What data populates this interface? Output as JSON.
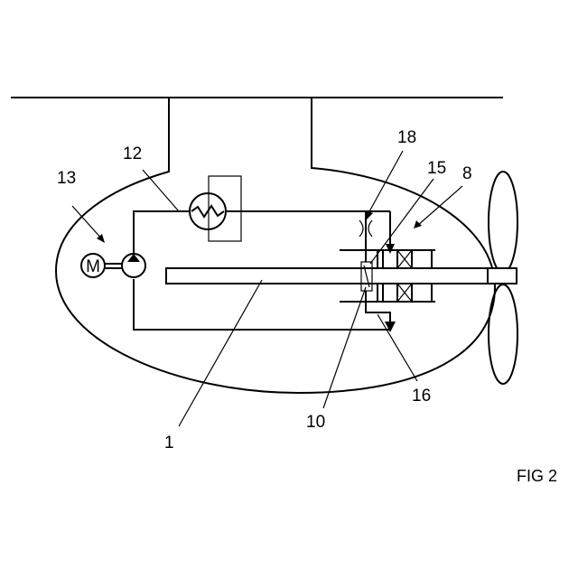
{
  "figure_caption": "FIG 2",
  "labels": {
    "hull": "1",
    "valve": "10",
    "heat_exchanger": "12",
    "motor_unit": "13",
    "inlet_15": "15",
    "outlet_16": "16",
    "restrictor": "18",
    "propeller_unit": "8"
  },
  "icons": {
    "motor": "M"
  }
}
